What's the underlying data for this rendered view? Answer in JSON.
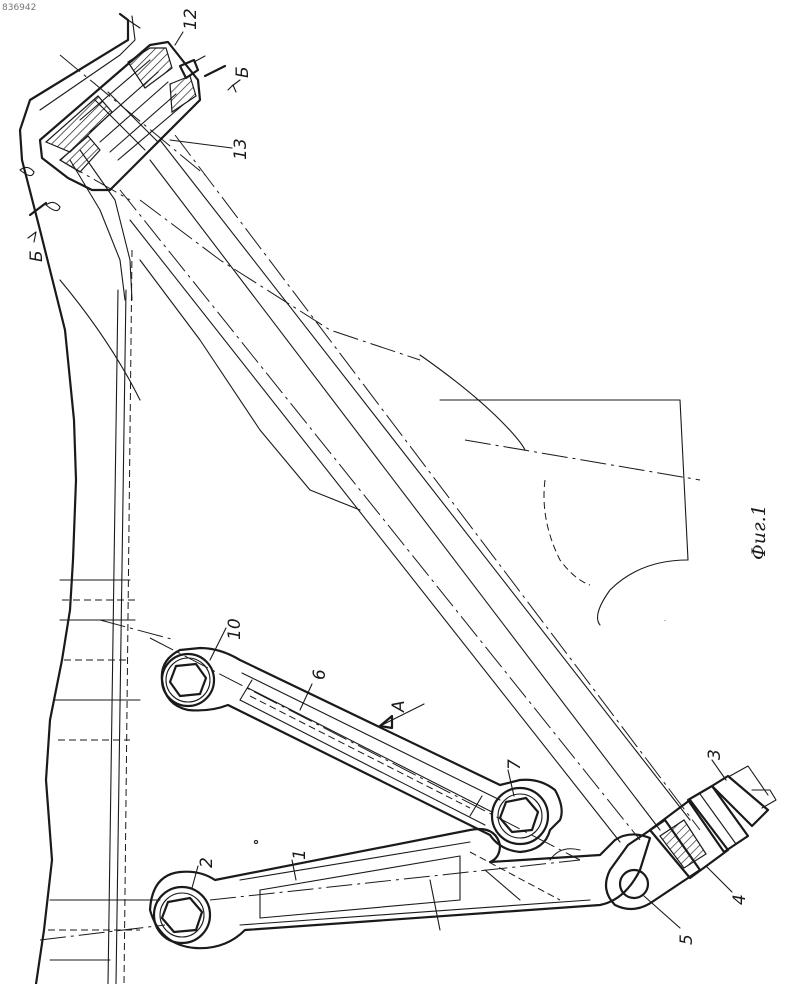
{
  "document": {
    "number": "836942",
    "figure_caption": "Фиг.1"
  },
  "labels": {
    "l1": "1",
    "l2": "2",
    "l3": "3",
    "l4": "4",
    "l5": "5",
    "l6": "6",
    "l7": "7",
    "l10": "10",
    "l12": "12",
    "l13": "13",
    "view_a": "А",
    "section_b_top": "Б",
    "section_b_left": "Б"
  }
}
